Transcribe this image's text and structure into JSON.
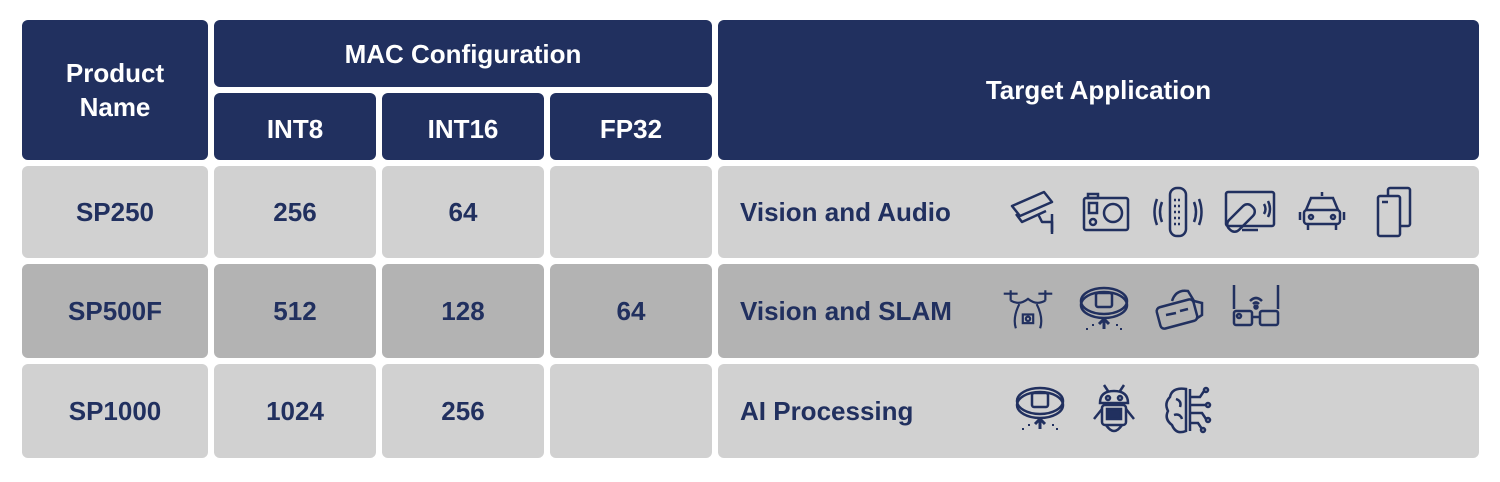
{
  "table": {
    "headers": {
      "product_name": "Product Name",
      "mac_configuration": "MAC Configuration",
      "int8": "INT8",
      "int16": "INT16",
      "fp32": "FP32",
      "target_application": "Target Application"
    },
    "rows": [
      {
        "product": "SP250",
        "int8": "256",
        "int16": "64",
        "fp32": "",
        "application": "Vision and Audio",
        "icons": [
          "security-camera-icon",
          "action-camera-icon",
          "smart-speaker-icon",
          "smart-tv-remote-icon",
          "car-sensor-icon",
          "smartphone-icon"
        ]
      },
      {
        "product": "SP500F",
        "int8": "512",
        "int16": "128",
        "fp32": "64",
        "application": "Vision and SLAM",
        "icons": [
          "drone-icon",
          "robot-vacuum-icon",
          "vr-headset-icon",
          "smart-glasses-icon"
        ]
      },
      {
        "product": "SP1000",
        "int8": "1024",
        "int16": "256",
        "fp32": "",
        "application": "AI Processing",
        "icons": [
          "robot-vacuum-icon",
          "robot-icon",
          "ai-brain-icon"
        ]
      }
    ]
  },
  "colors": {
    "header_bg": "#21305f",
    "header_text": "#ffffff",
    "row_light": "#d1d1d1",
    "row_dark": "#b3b3b3",
    "cell_text": "#21305f"
  }
}
